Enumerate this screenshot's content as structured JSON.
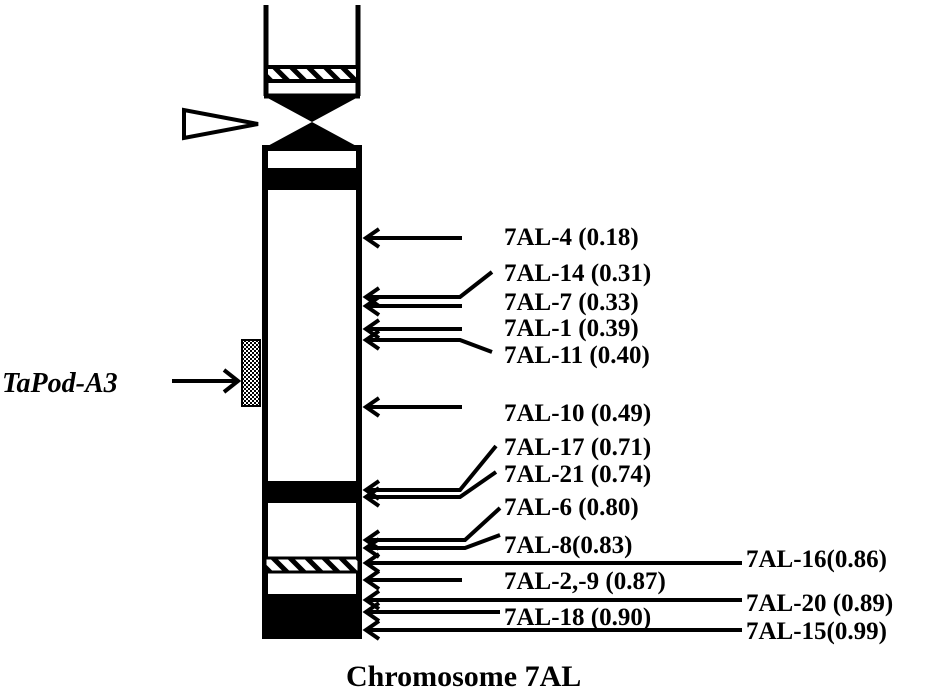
{
  "diagram": {
    "caption": "Chromosome 7AL",
    "gene_marker": {
      "label": "TaPod-A3"
    },
    "deletion_lines": [
      {
        "line": "7AL-4",
        "fl": "(0.18)",
        "text": "7AL-4 (0.18)"
      },
      {
        "line": "7AL-14",
        "fl": "(0.31)",
        "text": "7AL-14 (0.31)"
      },
      {
        "line": "7AL-7",
        "fl": "(0.33)",
        "text": "7AL-7 (0.33)"
      },
      {
        "line": "7AL-1",
        "fl": "(0.39)",
        "text": "7AL-1 (0.39)"
      },
      {
        "line": "7AL-11",
        "fl": "(0.40)",
        "text": "7AL-11 (0.40)"
      },
      {
        "line": "7AL-10",
        "fl": "(0.49)",
        "text": "7AL-10 (0.49)"
      },
      {
        "line": "7AL-17",
        "fl": "(0.71)",
        "text": "7AL-17 (0.71)"
      },
      {
        "line": "7AL-21",
        "fl": "(0.74)",
        "text": "7AL-21 (0.74)"
      },
      {
        "line": "7AL-6",
        "fl": "(0.80)",
        "text": "7AL-6 (0.80)"
      },
      {
        "line": "7AL-8",
        "fl": "(0.83)",
        "text": "7AL-8(0.83)"
      },
      {
        "line": "7AL-16",
        "fl": "(0.86)",
        "text": "7AL-16(0.86)"
      },
      {
        "line": "7AL-2,-9",
        "fl": "(0.87)",
        "text": "7AL-2,-9 (0.87)"
      },
      {
        "line": "7AL-20",
        "fl": "(0.89)",
        "text": "7AL-20 (0.89)"
      },
      {
        "line": "7AL-18",
        "fl": "(0.90)",
        "text": "7AL-18 (0.90)"
      },
      {
        "line": "7AL-15",
        "fl": "(0.99)",
        "text": "7AL-15(0.99)"
      }
    ]
  }
}
